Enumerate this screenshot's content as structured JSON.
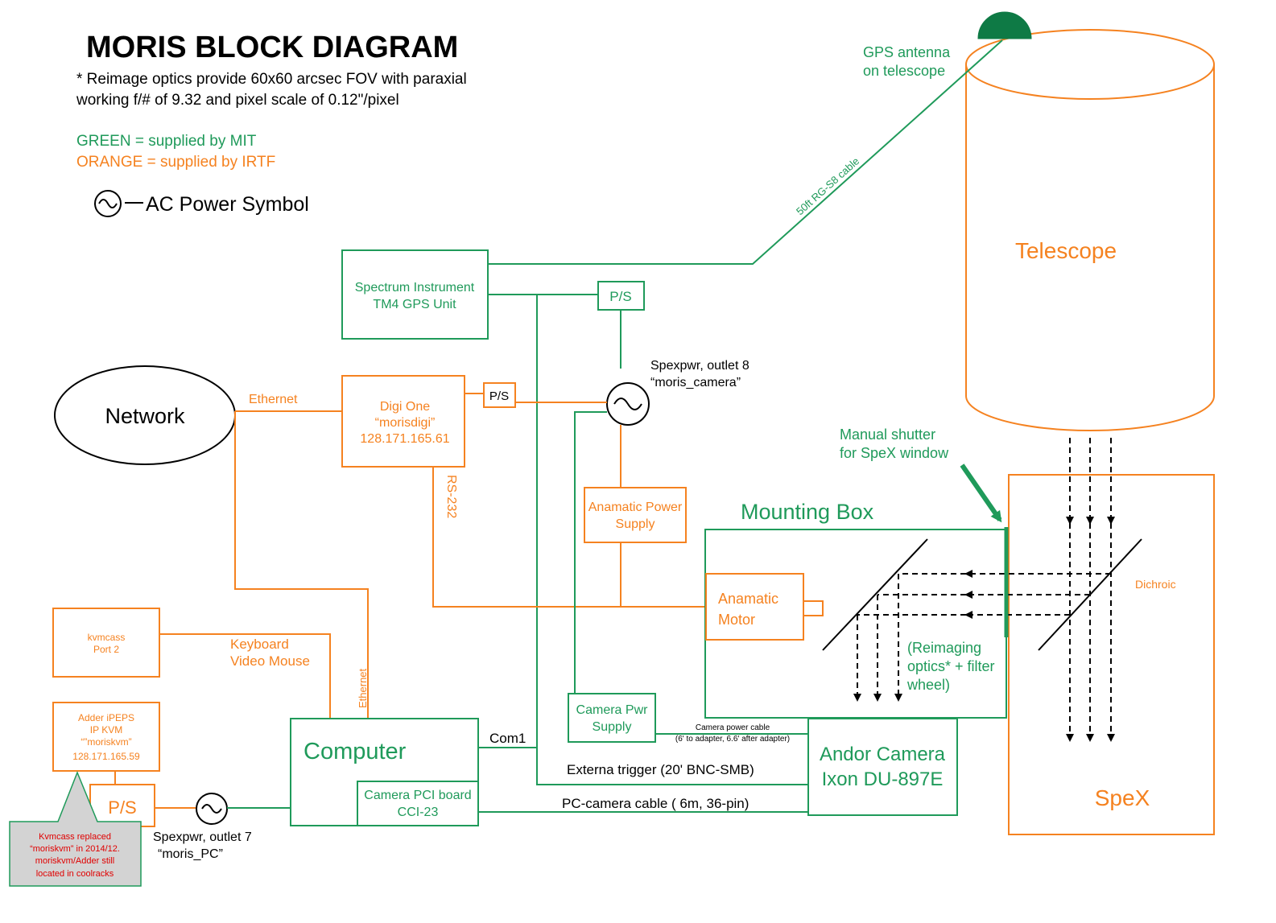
{
  "title": "MORIS BLOCK DIAGRAM",
  "notes": {
    "line1": "* Reimage optics provide 60x60 arcsec FOV with paraxial",
    "line2": "working f/# of 9.32 and pixel scale of 0.12\"/pixel"
  },
  "legend": {
    "green": "GREEN = supplied by MIT",
    "orange": "ORANGE = supplied by IRTF",
    "ac_power": "AC Power Symbol"
  },
  "colors": {
    "mit_green": "#1f9a5a",
    "irtf_orange": "#f58220",
    "note_red": "#e00000",
    "note_bg": "#d3d3d3"
  },
  "gps": {
    "antenna_1": "GPS antenna",
    "antenna_2": "on telescope",
    "cable": "50ft RG-S8 cable",
    "unit_1": "Spectrum Instrument",
    "unit_2": "TM4 GPS Unit"
  },
  "telescope": "Telescope",
  "spex": "SpeX",
  "dichroic": "Dichroic",
  "shutter": {
    "line1": "Manual shutter",
    "line2": "for SpeX window"
  },
  "mounting_box": "Mounting Box",
  "reimaging": {
    "line1": "(Reimaging",
    "line2": "optics* + filter",
    "line3": "wheel)"
  },
  "ps": "P/S",
  "spexpwr8": {
    "line1": "Spexpwr, outlet 8",
    "line2": "“moris_camera”"
  },
  "spexpwr7": {
    "line1": "Spexpwr, outlet 7",
    "line2": "“moris_PC”"
  },
  "network": "Network",
  "ethernet": "Ethernet",
  "digi": {
    "line1": "Digi One",
    "line2": "“morisdigi”",
    "line3": "128.171.165.61"
  },
  "rs232": "RS-232",
  "anamatic_power": {
    "line1": "Anamatic Power",
    "line2": "Supply"
  },
  "anamatic_motor": {
    "line1": "Anamatic",
    "line2": "Motor"
  },
  "kvmcass": {
    "line1": "kvmcass",
    "line2": "Port 2"
  },
  "kvm_label": {
    "line1": "Keyboard",
    "line2": "Video Mouse"
  },
  "adder": {
    "line1": "Adder iPEPS",
    "line2": "IP KVM",
    "line3": "“”moriskvm”",
    "line4": "128.171.165.59"
  },
  "kvm_note": {
    "line1": "Kvmcass replaced",
    "line2": "“moriskvm” in 2014/12.",
    "line3": "moriskvm/Adder still",
    "line4": "located in coolracks"
  },
  "computer": "Computer",
  "pci": {
    "line1": "Camera PCI board",
    "line2": "CCI-23"
  },
  "com1": "Com1",
  "camera_pwr": {
    "line1": "Camera Pwr",
    "line2": "Supply"
  },
  "camera_power_cable": {
    "line1": "Camera power cable",
    "line2": "(6' to adapter, 6.6' after adapter)"
  },
  "andor": {
    "line1": "Andor Camera",
    "line2": "Ixon DU-897E"
  },
  "trigger": "Externa trigger (20' BNC-SMB)",
  "pc_cable": "PC-camera cable ( 6m, 36-pin)"
}
